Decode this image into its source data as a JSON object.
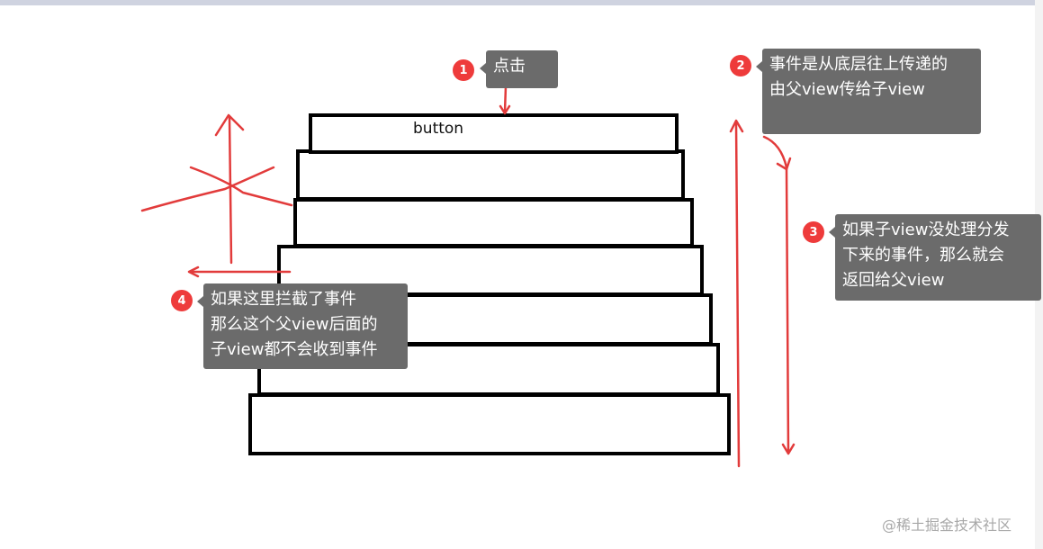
{
  "button": {
    "label": "button"
  },
  "steps": [
    {
      "number": "1",
      "lines": [
        "点击"
      ]
    },
    {
      "number": "2",
      "lines": [
        "事件是从底层往上传递的",
        "由父view传给子view"
      ]
    },
    {
      "number": "3",
      "lines": [
        "如果子view没处理分发",
        "下来的事件，那么就会",
        "返回给父view"
      ]
    },
    {
      "number": "4",
      "lines": [
        "如果这里拦截了事件",
        "那么这个父view后面的",
        "子view都不会收到事件"
      ]
    }
  ],
  "watermark": "@稀土掘金技术社区",
  "colors": {
    "accent": "#ee3b3b",
    "note_bg": "#6b6b6b",
    "layer_border": "#000000"
  }
}
